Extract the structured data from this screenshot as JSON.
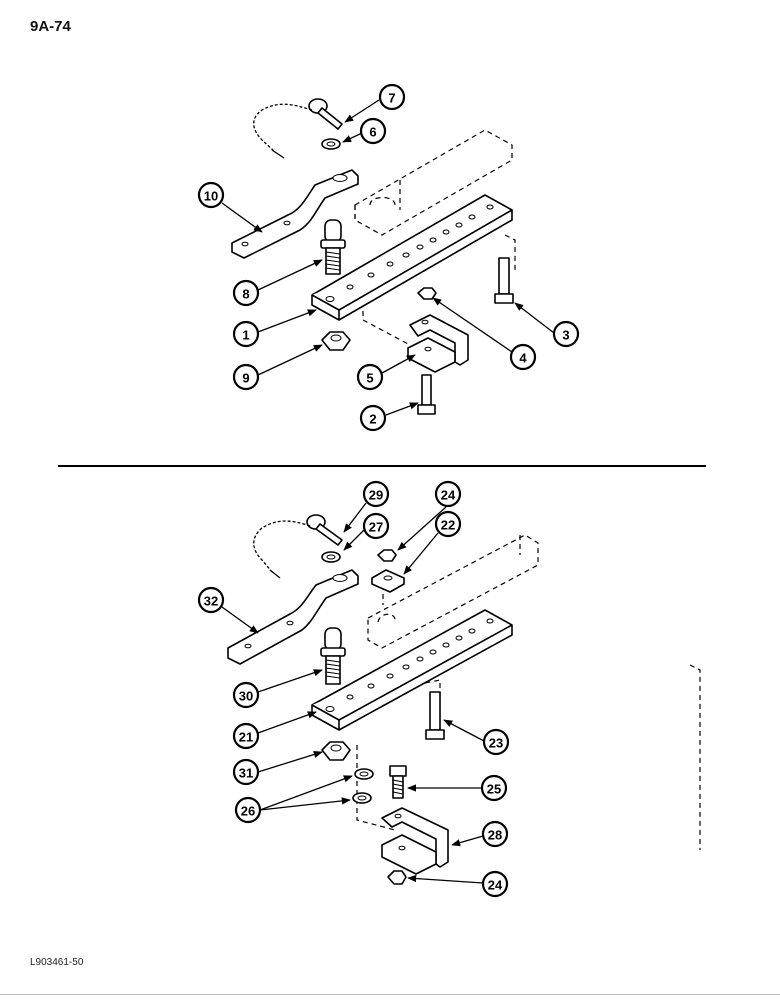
{
  "page": {
    "number": "9A-74",
    "figure_id": "L903461-50"
  },
  "upper_assembly": {
    "callouts": [
      "7",
      "6",
      "10",
      "8",
      "1",
      "9",
      "5",
      "2",
      "4",
      "3"
    ]
  },
  "lower_assembly": {
    "callouts": [
      "29",
      "27",
      "24",
      "22",
      "32",
      "30",
      "21",
      "23",
      "31",
      "26",
      "25",
      "28",
      "24"
    ]
  }
}
